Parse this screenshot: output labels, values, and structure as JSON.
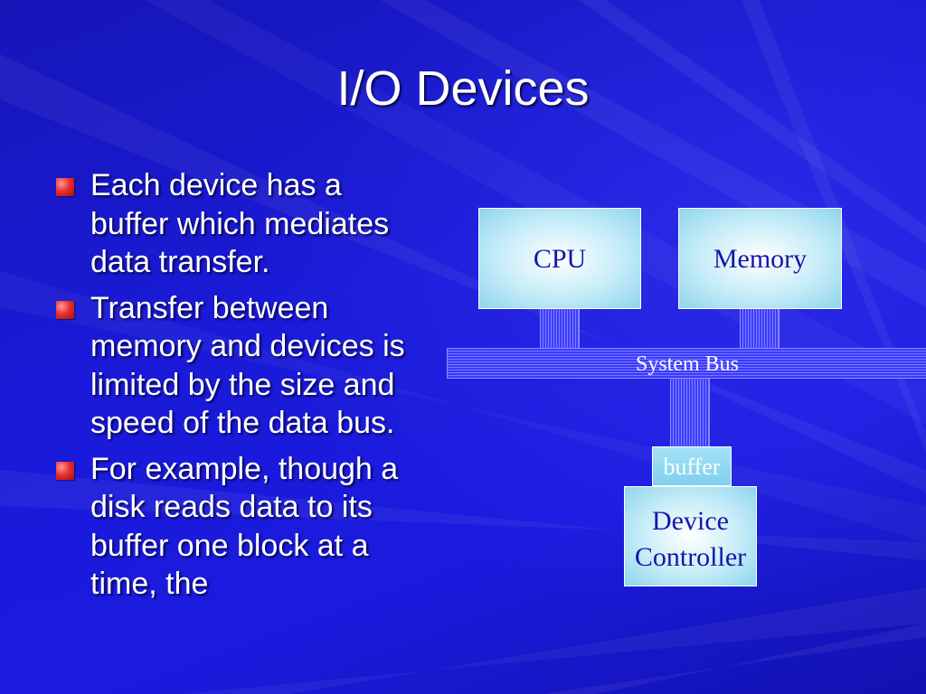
{
  "slide": {
    "title": "I/O Devices",
    "bullets": [
      "Each device has a buffer which mediates data transfer.",
      "Transfer between memory and devices is limited by the size and speed of the data bus.",
      "For example, though a disk reads data to its buffer one block at a time, the"
    ]
  },
  "diagram": {
    "cpu_label": "CPU",
    "memory_label": "Memory",
    "system_bus_label": "System Bus",
    "buffer_label": "buffer",
    "device_controller_line1": "Device",
    "device_controller_line2": "Controller"
  },
  "colors": {
    "background": "#1a1ad0",
    "box_text": "#1616a8",
    "box_fill": "#c5ecf8",
    "bus_stripe": "#3d3dff",
    "bullet_marker": "#e83030"
  }
}
